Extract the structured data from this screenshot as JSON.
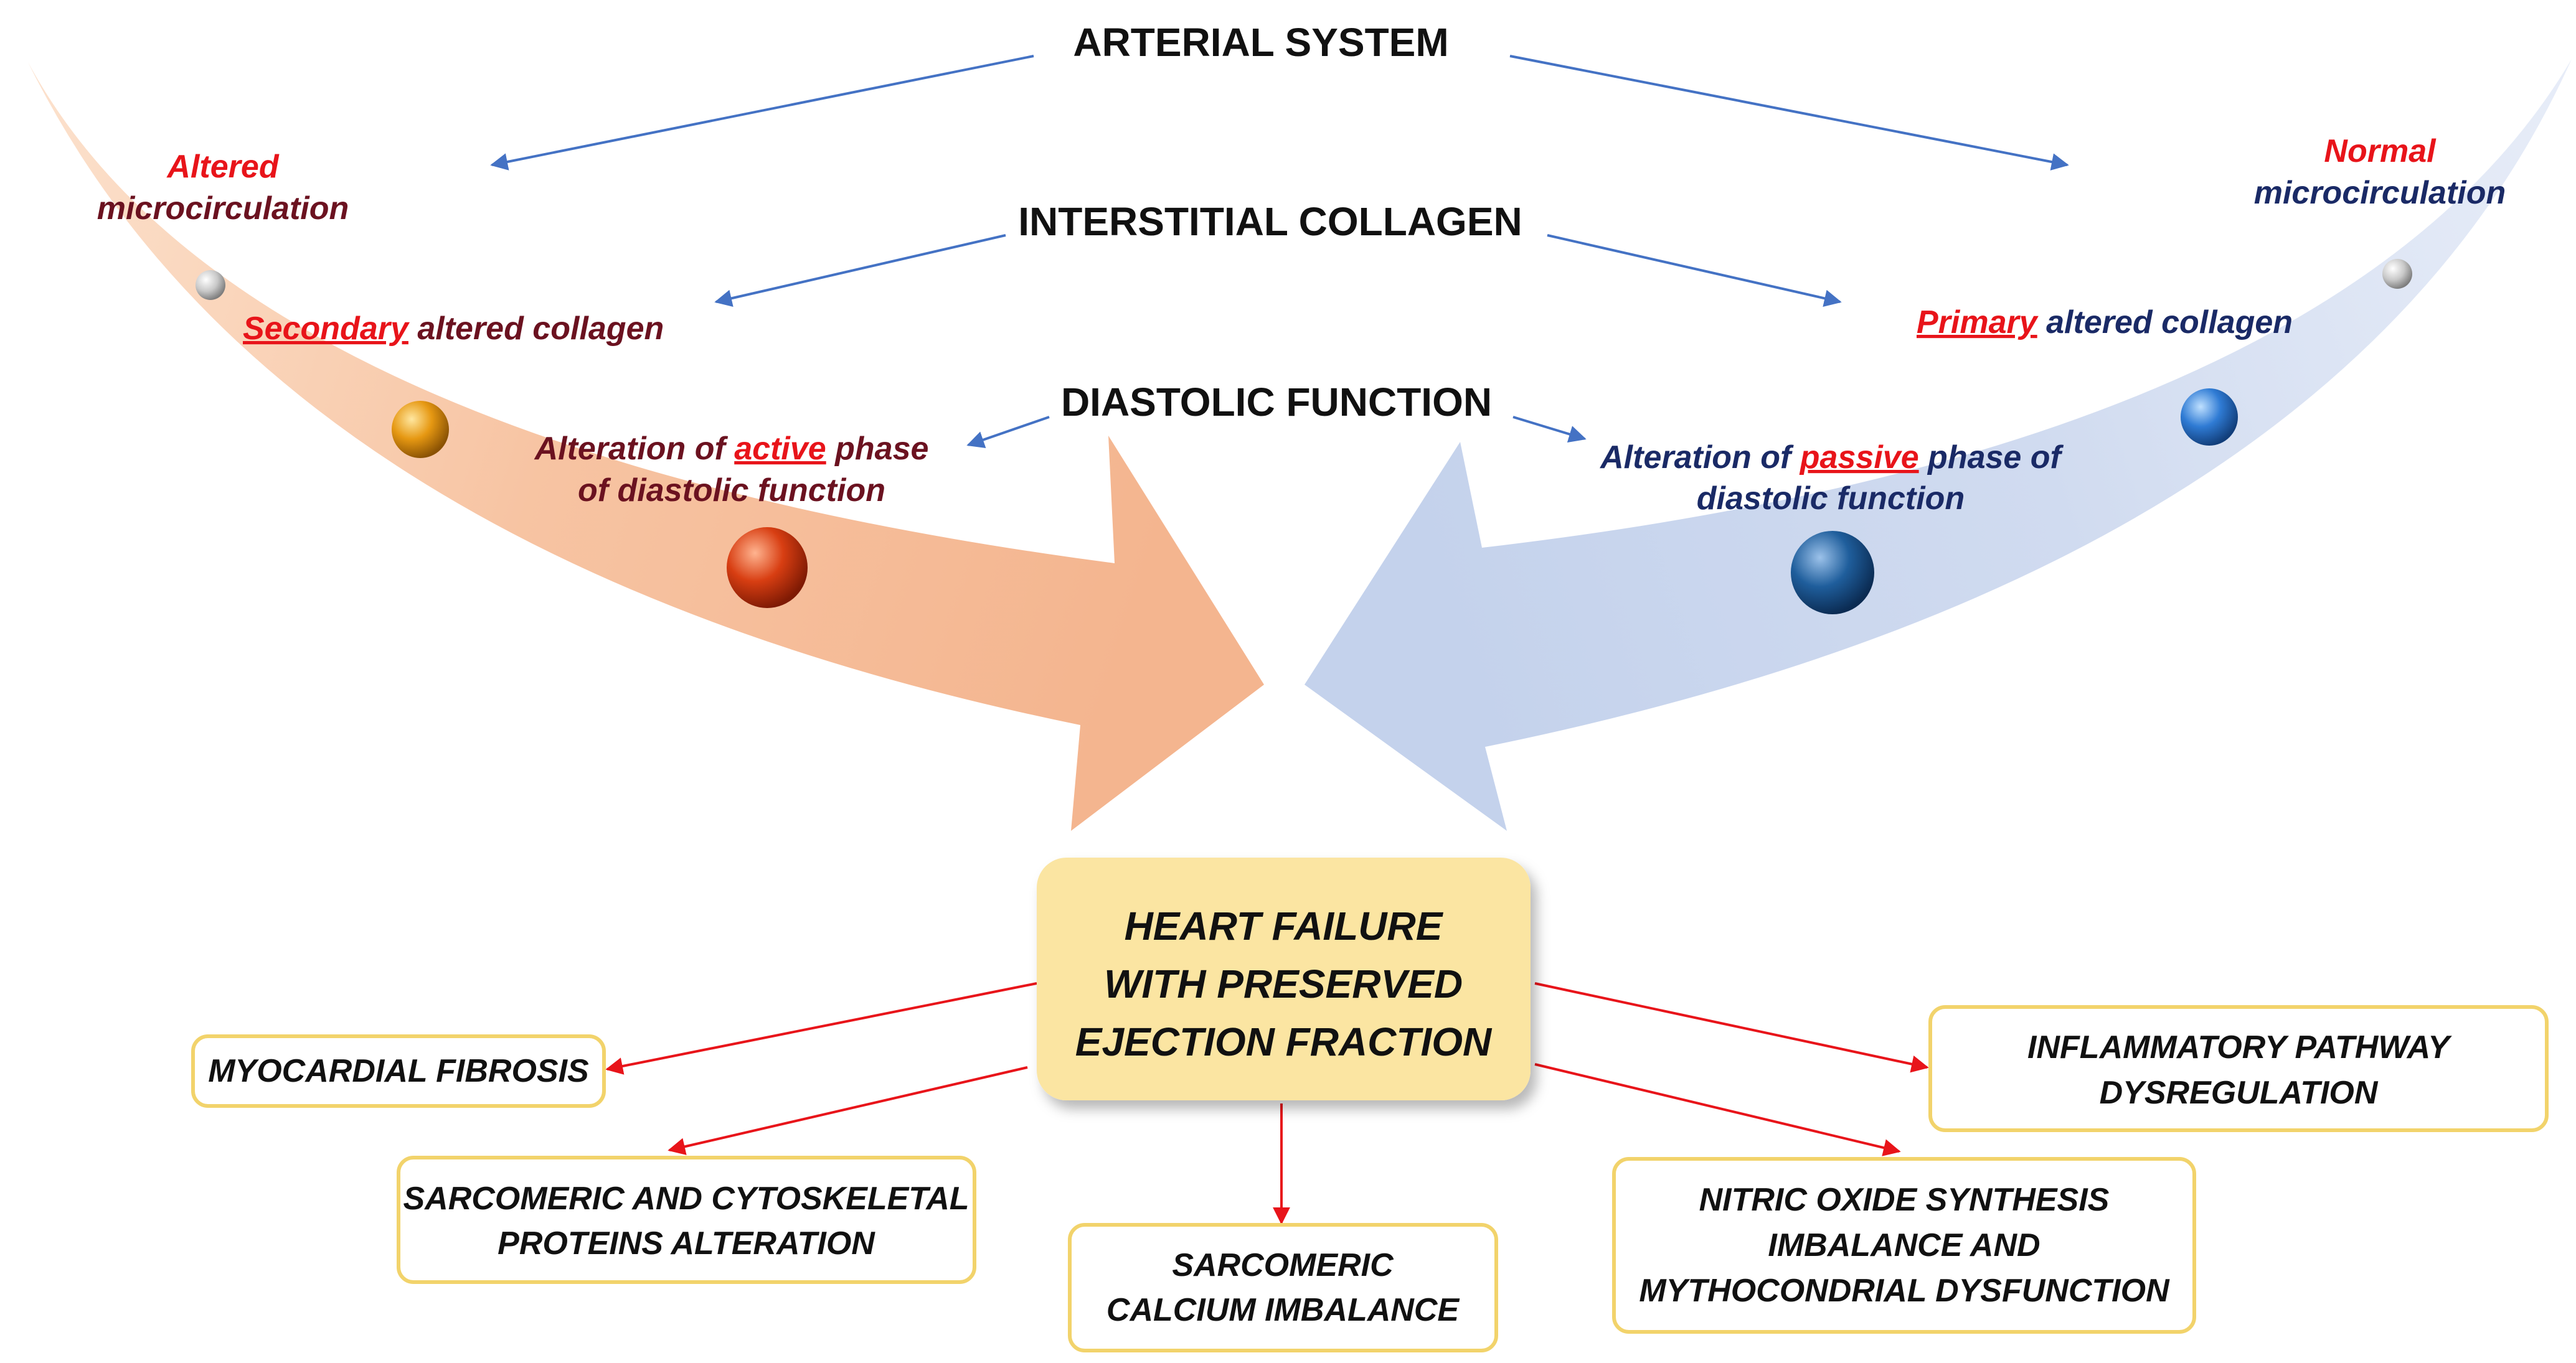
{
  "headings": {
    "arterial": "ARTERIAL SYSTEM",
    "interstitial": "INTERSTITIAL COLLAGEN",
    "diastolic": "DIASTOLIC FUNCTION"
  },
  "left_path": {
    "microcirculation_l1": "Altered",
    "microcirculation_l2": "microcirculation",
    "collagen_key": "Secondary",
    "collagen_rest": " altered collagen",
    "diastolic_pre": "Alteration of ",
    "diastolic_key": "active",
    "diastolic_post": " phase",
    "diastolic_l2": "of diastolic function"
  },
  "right_path": {
    "microcirculation_l1": "Normal",
    "microcirculation_l2": "microcirculation",
    "collagen_key": "Primary",
    "collagen_rest": " altered collagen",
    "diastolic_pre": "Alteration of ",
    "diastolic_key": "passive",
    "diastolic_post": " phase of",
    "diastolic_l2": "diastolic function"
  },
  "center": {
    "line1": "HEART FAILURE",
    "line2": "WITH PRESERVED",
    "line3": "EJECTION FRACTION"
  },
  "outcomes": {
    "fibrosis": "MYOCARDIAL FIBROSIS",
    "sarcomeric_l1": "SARCOMERIC AND CYTOSKELETAL",
    "sarcomeric_l2": "PROTEINS ALTERATION",
    "calcium_l1": "SARCOMERIC",
    "calcium_l2": "CALCIUM IMBALANCE",
    "inflammatory_l1": "INFLAMMATORY PATHWAY",
    "inflammatory_l2": "DYSREGULATION",
    "nitric_l1": "NITRIC OXIDE  SYNTHESIS",
    "nitric_l2": "IMBALANCE AND",
    "nitric_l3": "MYTHOCONDRIAL DYSFUNCTION"
  },
  "colors": {
    "heading": "#111111",
    "emphasis_red": "#e8141a",
    "left_text": "#6b1220",
    "right_text": "#1a2a66",
    "flow_arrow": "#4472c4",
    "outcome_arrow": "#e8141a",
    "left_band": "#f6bd98",
    "right_band": "#c9d6ee",
    "center_fill": "#fbe5a2",
    "box_border": "#f2d36b"
  }
}
